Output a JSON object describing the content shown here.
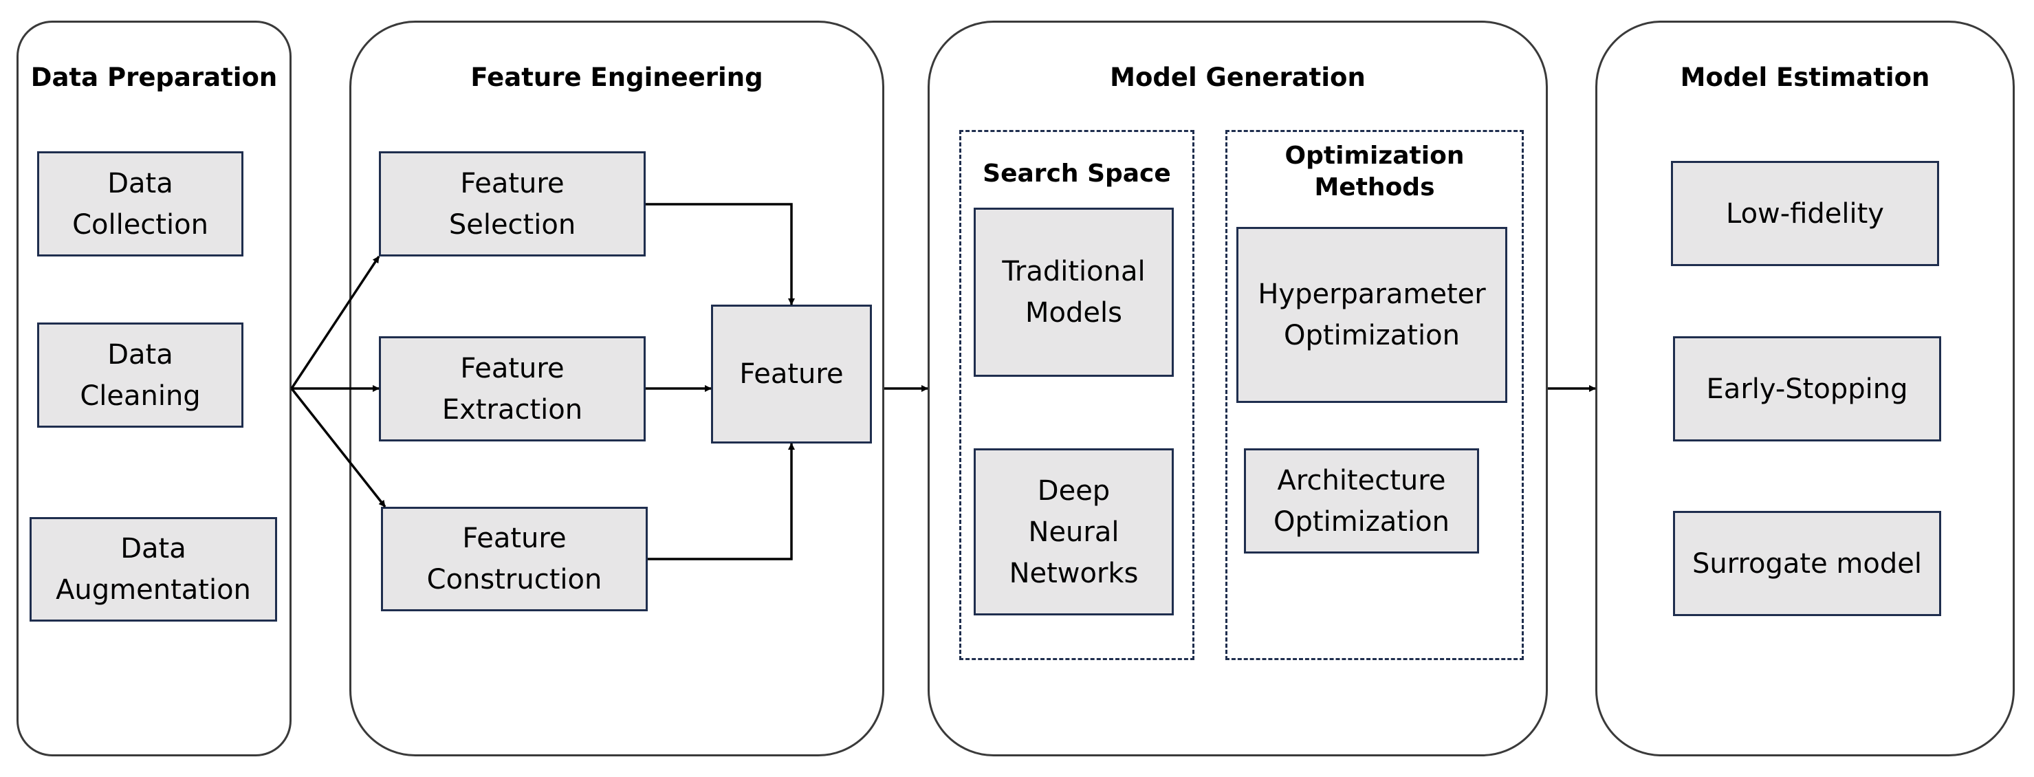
{
  "panels": {
    "data_preparation": {
      "title": "Data Preparation",
      "items": [
        "Data\nCollection",
        "Data\nCleaning",
        "Data\nAugmentation"
      ]
    },
    "feature_engineering": {
      "title": "Feature Engineering",
      "items": [
        "Feature\nSelection",
        "Feature\nExtraction",
        "Feature\nConstruction"
      ],
      "output": "Feature"
    },
    "model_generation": {
      "title": "Model Generation",
      "search_space": {
        "title": "Search Space",
        "items": [
          "Traditional\nModels",
          "Deep\nNeural\nNetworks"
        ]
      },
      "optimization_methods": {
        "title": "Optimization\nMethods",
        "items": [
          "Hyperparameter\nOptimization",
          "Architecture\nOptimization"
        ]
      }
    },
    "model_estimation": {
      "title": "Model Estimation",
      "items": [
        "Low-fidelity",
        "Early-Stopping",
        "Surrogate model"
      ]
    }
  },
  "colors": {
    "box_fill": "#e7e6e7",
    "box_border": "#1f2e4e",
    "panel_border": "#3a3a3a",
    "arrow": "#000000"
  }
}
